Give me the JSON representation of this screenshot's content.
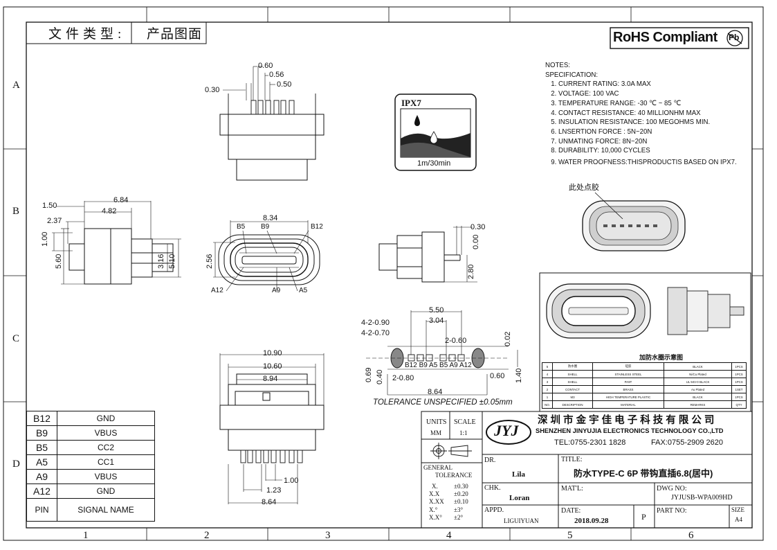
{
  "doc_type_label": "文件类型:",
  "doc_type_value": "产品图面",
  "rohs": {
    "label": "RoHS Compliant",
    "pb": "Pb"
  },
  "grid": {
    "cols": [
      "1",
      "2",
      "3",
      "4",
      "5",
      "6"
    ],
    "rows": [
      "A",
      "B",
      "C",
      "D"
    ]
  },
  "ipx7": {
    "title": "IPX7",
    "caption": "1m/30min"
  },
  "notes": {
    "heading": "NOTES:",
    "spec": "SPECIFICATION:",
    "items": [
      "1. CURRENT RATING: 3.0A MAX",
      "2. VOLTAGE: 100 VAC",
      "3. TEMPERATURE RANGE: -30 ℃ ~ 85 ℃",
      "4. CONTACT RESISTANCE: 40 MILLIONHM MAX",
      "5. INSULATION RESISTANCE: 100 MEGOHMS MIN.",
      "6. LNSERTION FORCE : 5N~20N",
      "7. UNMATING FORCE: 8N~20N",
      "8. DURABILITY:    10,000 CYCLES",
      "9. WATER PROOFNESS:THISPRODUCTIS BASED ON IPX7."
    ]
  },
  "glue_label": "此处点胶",
  "waterproof_caption": "加防水圈示意图",
  "bom": {
    "rows": [
      [
        "5",
        "防水圈",
        "硅胶",
        "BLACK",
        "1PCS"
      ],
      [
        "4",
        "SHELL",
        "STAINLESS STEEL",
        "Ni/Cu Plated",
        "1PCS"
      ],
      [
        "3",
        "SHELL",
        "PA9T",
        "UL 94V-0 BLACK",
        "1PCS"
      ],
      [
        "2",
        "CONTACT",
        "BRASS",
        "Au Plated",
        "1SET"
      ],
      [
        "1",
        "M3",
        "HIGH TEMPERATURE PLASTIC",
        "BLACK",
        "1PCS"
      ],
      [
        "NO.",
        "DESCRIPTION",
        "MATERIAL",
        "REMARKS",
        "QTY"
      ]
    ]
  },
  "top_view_dims": {
    "d060": "0.60",
    "d056": "0.56",
    "d050": "0.50",
    "d030": "0.30"
  },
  "side_view_dims": {
    "d684": "6.84",
    "d150": "1.50",
    "d482": "4.82",
    "d237": "2.37",
    "d100": "1.00",
    "d560": "5.60",
    "d316": "3.16",
    "d510": "5.10"
  },
  "front_view_dims": {
    "d834": "8.34",
    "b5": "B5",
    "b9": "B9",
    "b12": "B12",
    "a12": "A12",
    "a9": "A9",
    "a5": "A5",
    "d256": "2.56"
  },
  "right_view_dims": {
    "d030": "0.30",
    "d000": "0.00",
    "d280": "2.80"
  },
  "footprint_dims": {
    "d550": "5.50",
    "h090": "4-2-0.90",
    "h070": "4-2-0.70",
    "d304": "3.04",
    "d060": "2-0.60",
    "d002": "0.02",
    "d069": "0.69",
    "d040": "0.40",
    "d080": "2-0.80",
    "d060b": "0.60",
    "d140": "1.40",
    "d864": "8.64",
    "pads": "B12 B9 A5 B5 A9 A12",
    "tolerance": "TOLERANCE  UNSPECIFIED  ±0.05mm"
  },
  "bottom_view_dims": {
    "d1090": "10.90",
    "d1060": "10.60",
    "d894": "8.94",
    "d100": "1.00",
    "d123": "1.23",
    "d864": "8.64"
  },
  "pin_table": {
    "rows": [
      {
        "pin": "B12",
        "signal": "GND"
      },
      {
        "pin": "B9",
        "signal": "VBUS"
      },
      {
        "pin": "B5",
        "signal": "CC2"
      },
      {
        "pin": "A5",
        "signal": "CC1"
      },
      {
        "pin": "A9",
        "signal": "VBUS"
      },
      {
        "pin": "A12",
        "signal": "GND"
      }
    ],
    "header_pin": "PIN",
    "header_signal": "SIGNAL  NAME"
  },
  "title_block": {
    "units_label": "UNITS",
    "units_value": "MM",
    "scale_label": "SCALE",
    "scale_value": "1:1",
    "company_cn": "深 圳 市 金 宇 佳 电 子 科 技 有 限 公 司",
    "company_en": "SHENZHEN  JINYUJIA  ELECTRONICS TECHNOLOGY CO.,LTD",
    "tel": "TEL:0755-2301 1828",
    "fax": "FAX:0755-2909 2620",
    "logo": "JYJ",
    "general": "GENERAL",
    "tolerance": "TOLERANCE",
    "tol_rows": [
      [
        "X.",
        "±0.30"
      ],
      [
        "X.X",
        "±0.20"
      ],
      [
        "X.XX",
        "±0.10"
      ],
      [
        "X.°",
        "±3°"
      ],
      [
        "X.X°",
        "±2°"
      ]
    ],
    "dr_label": "DR.",
    "dr_value": "Lila",
    "chk_label": "CHK.",
    "chk_value": "Loran",
    "appd_label": "APPD.",
    "appd_value": "LIGUIYUAN",
    "title_label": "TITLE:",
    "title_value": "防水TYPE-C 6P 带钩直插6.8(居中)",
    "matl_label": "MAT'L:",
    "dwg_label": "DWG NO:",
    "dwg_value": "JYJUSB-WPA009HD",
    "date_label": "DATE:",
    "date_value": "2018.09.28",
    "p_label": "P",
    "part_label": "PART NO:",
    "size_label": "SIZE",
    "size_value": "A4"
  }
}
